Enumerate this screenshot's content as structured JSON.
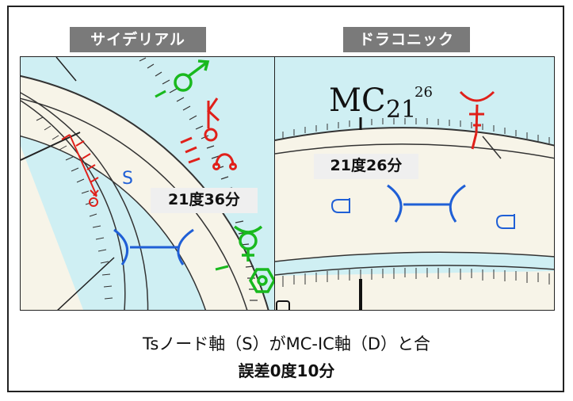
{
  "panels": {
    "left": {
      "title": "サイデリアル",
      "angle_label": "21度36分",
      "axis_letter": "S"
    },
    "right": {
      "title": "ドラコニック",
      "angle_label": "21度26分",
      "mc_label": "MC",
      "mc_degree": "21",
      "mc_minute": "26"
    }
  },
  "caption": {
    "line1": "Tsノード軸（S）がMC-IC軸（D）と合",
    "line2": "誤差0度10分"
  },
  "colors": {
    "ts_node_red": "#e0201a",
    "axis_blue": "#1f5fd6",
    "planet_green": "#19b91e",
    "chart_bg": "#cfeff3",
    "ring_bg": "#f7f4e8"
  },
  "icons": [
    "mars-glyph-icon",
    "chiron-glyph-icon",
    "node-glyph-icon",
    "ceres-glyph-icon",
    "juno-glyph-icon",
    "opposition-axis-icon"
  ]
}
